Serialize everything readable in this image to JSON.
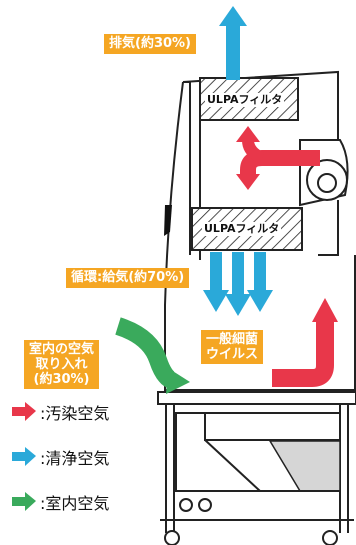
{
  "labels": {
    "exhaust": "排気(約30%)",
    "circulation": "循環:給気(約70%)",
    "room_intake": "室内の空気\n取り入れ\n(約30%)",
    "contaminant": "一般細菌\nウイルス"
  },
  "filters": {
    "upper": "ULPAフィルタ",
    "lower": "ULPAフィルタ"
  },
  "legend": [
    {
      "text": ":汚染空気",
      "color": "#e8374a",
      "icon": "red-arrow-icon"
    },
    {
      "text": ":清浄空気",
      "color": "#2aa9d9",
      "icon": "blue-arrow-icon"
    },
    {
      "text": ":室内空気",
      "color": "#3aaa5c",
      "icon": "green-arrow-icon"
    }
  ],
  "colors": {
    "contaminated": "#e8374a",
    "clean": "#2aa9d9",
    "room": "#3aaa5c",
    "label_bg": "#f5a623"
  }
}
